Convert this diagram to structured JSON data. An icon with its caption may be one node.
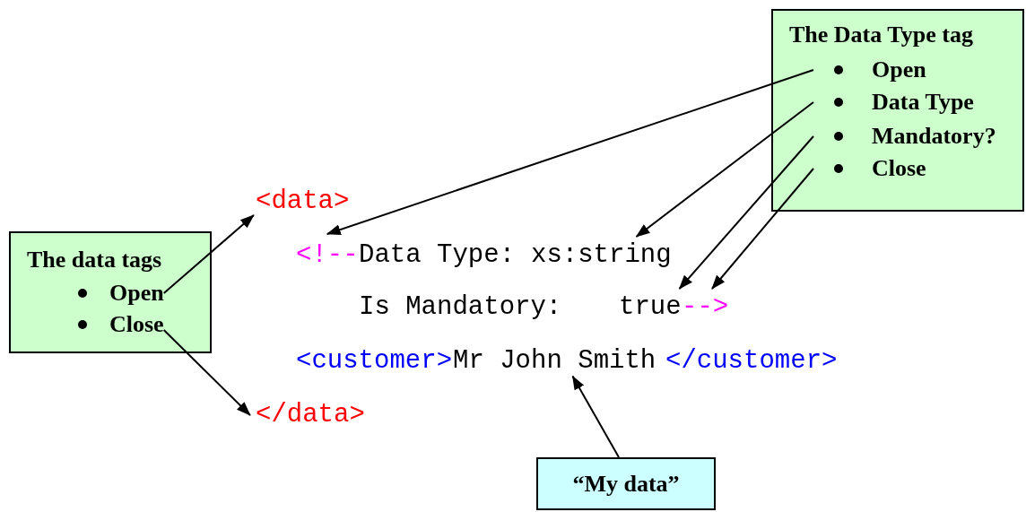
{
  "diagram": {
    "nodes": [
      {
        "text": [
          "The Data Type tag"
        ]
      },
      {
        "text": [
          "Open"
        ],
        "in": 0
      },
      {
        "text": [
          "Data Type"
        ],
        "in": 0
      },
      {
        "text": [
          "Mandatory?"
        ],
        "in": 0
      },
      {
        "text": [
          "Close"
        ],
        "in": 0
      },
      {
        "text": [
          "<data>"
        ]
      },
      {
        "text": [
          "<!--"
        ]
      },
      {
        "text": [
          "xs:string"
        ]
      },
      {
        "text": [
          "The data tags"
        ]
      },
      {
        "text": [
          "Open"
        ],
        "in": 8
      },
      {
        "text": [
          "Close"
        ],
        "in": 8
      },
      {
        "text": [
          "true"
        ]
      },
      {
        "text": [
          "-->"
        ]
      },
      {
        "text": [
          "Mr John Smith"
        ]
      },
      {
        "text": [
          "</data>"
        ]
      },
      {
        "text": [
          "“My data”"
        ]
      }
    ],
    "edges": [
      {
        "from": 1,
        "to": 6,
        "arrow": "to"
      },
      {
        "from": 2,
        "to": 7,
        "arrow": "to"
      },
      {
        "from": 3,
        "to": 11,
        "arrow": "to"
      },
      {
        "from": 4,
        "to": 12,
        "arrow": "to"
      },
      {
        "from": 9,
        "to": 5,
        "arrow": "to"
      },
      {
        "from": 10,
        "to": 14,
        "arrow": "to"
      },
      {
        "from": 15,
        "to": 13,
        "arrow": "to"
      }
    ],
    "labels": [
      "Data Type:",
      "Is Mandatory:",
      "<customer>",
      "</customer>"
    ]
  }
}
